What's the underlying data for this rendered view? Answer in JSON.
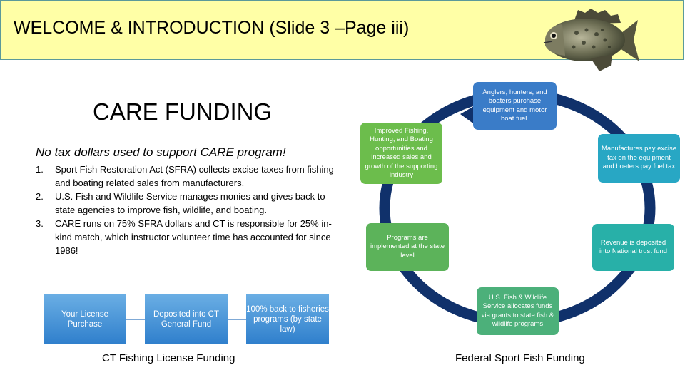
{
  "header": {
    "title": "WELCOME & INTRODUCTION  (Slide 3 –Page iii)",
    "image_icon": "crappie-fish"
  },
  "main": {
    "heading": "CARE FUNDING",
    "tagline": "No tax dollars used to support CARE program!",
    "points": [
      {
        "num": "1.",
        "text": "Sport Fish Restoration Act (SFRA) collects excise taxes from fishing and boating related sales from manufacturers."
      },
      {
        "num": "2.",
        "text": "U.S. Fish and Wildlife Service manages monies and gives back to state agencies to improve fish, wildlife, and boating."
      },
      {
        "num": "3.",
        "text": "CARE runs on 75% SFRA dollars and CT is responsible for 25% in-kind match, which instructor volunteer time has accounted for since 1986!"
      }
    ]
  },
  "license_flow": {
    "boxes": [
      "Your License Purchase",
      "Deposited into CT General Fund",
      "100% back to fisheries programs (by state law)"
    ],
    "caption": "CT Fishing License Funding"
  },
  "federal_cycle": {
    "caption": "Federal Sport Fish Funding",
    "steps": [
      "Anglers, hunters, and boaters purchase equipment and motor boat fuel.",
      "Manufactures pay excise tax on the equipment and boaters pay fuel tax",
      "Revenue is deposited into National trust fund",
      "U.S. Fish & Wildlife Service allocates funds via grants to state fish & wildlife programs",
      "Programs are implemented at the state level",
      "Improved Fishing, Hunting, and Boating opportunities and increased sales and growth of the supporting industry"
    ],
    "colors": {
      "ring": "#10316b",
      "step1": "#3a7cc8",
      "step2": "#28a7c4",
      "step3": "#28b0a8",
      "step4": "#4cb07a",
      "step5": "#5cb35a",
      "step6": "#6cbd4c"
    }
  }
}
